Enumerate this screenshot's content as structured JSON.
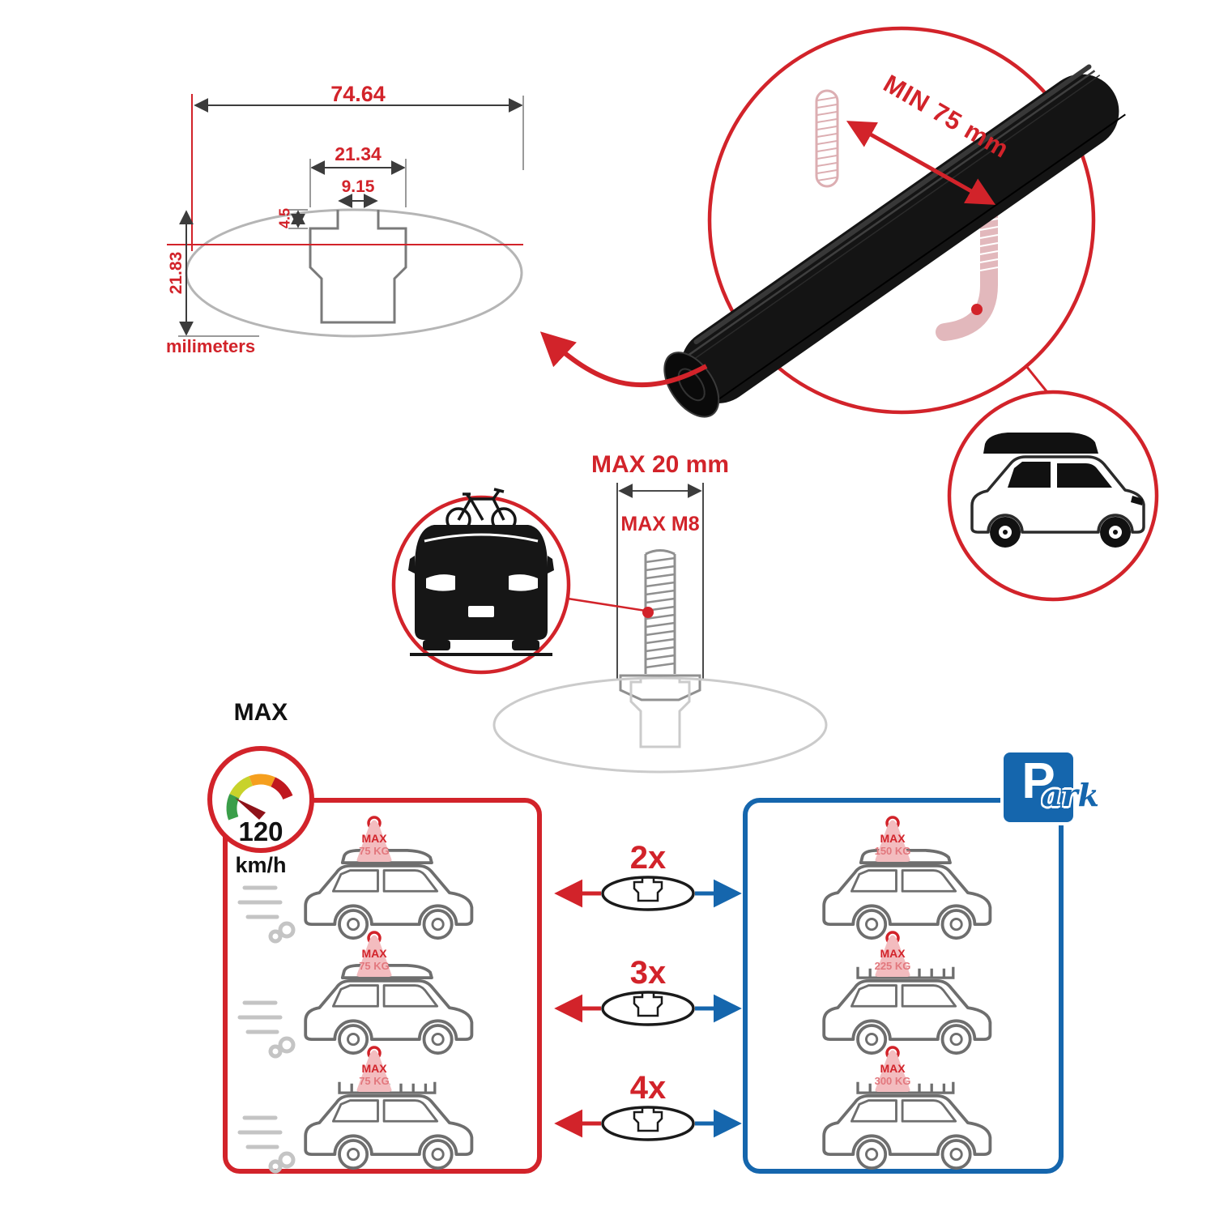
{
  "colors": {
    "red": "#d2232a",
    "blue": "#1566ad",
    "pink": "#f3bcbf",
    "ghost_pink": "#e2b8bc",
    "line_gray": "#6e6e6e",
    "black": "#111111"
  },
  "dimensions": {
    "total_width": "74.64",
    "slot_width": "21.34",
    "opening_width": "9.15",
    "lip_depth": "4.5",
    "height": "21.83",
    "unit": "milimeters"
  },
  "crossbar": {
    "min_span": "MIN 75 mm"
  },
  "bolt": {
    "max_width": "MAX 20 mm",
    "max_thread": "MAX M8"
  },
  "speed_limit": {
    "label": "MAX",
    "value": "120",
    "unit": "km/h"
  },
  "multipliers": [
    "2x",
    "3x",
    "4x"
  ],
  "park_sign": {
    "p": "P",
    "suffix": "ark"
  },
  "driving_panel": {
    "cars": [
      {
        "label": "MAX",
        "load": "75 KG"
      },
      {
        "label": "MAX",
        "load": "75 KG"
      },
      {
        "label": "MAX",
        "load": "75 KG"
      }
    ]
  },
  "parked_panel": {
    "cars": [
      {
        "label": "MAX",
        "load": "150 KG"
      },
      {
        "label": "MAX",
        "load": "225 KG"
      },
      {
        "label": "MAX",
        "load": "300 KG"
      }
    ]
  }
}
